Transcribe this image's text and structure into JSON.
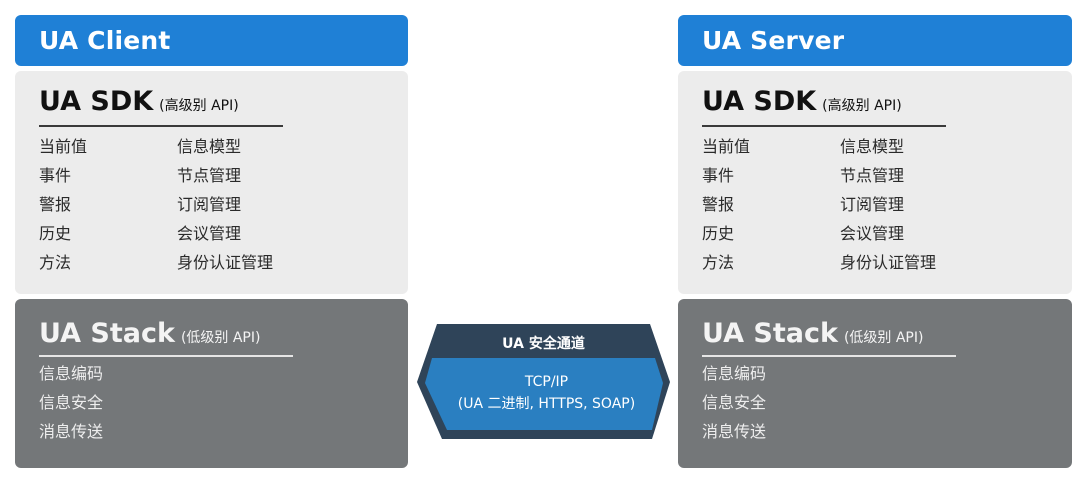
{
  "client": {
    "header": "UA Client",
    "sdk": {
      "title": "UA SDK",
      "subtitle": "(高级别 API)",
      "rows": [
        {
          "left": "当前值",
          "right": "信息模型"
        },
        {
          "left": "事件",
          "right": "节点管理"
        },
        {
          "left": "警报",
          "right": "订阅管理"
        },
        {
          "left": "历史",
          "right": "会议管理"
        },
        {
          "left": "方法",
          "right": "身份认证管理"
        }
      ]
    },
    "stack": {
      "title": "UA Stack",
      "subtitle": "(低级别 API)",
      "items": [
        "信息编码",
        "信息安全",
        "消息传送"
      ]
    }
  },
  "server": {
    "header": "UA Server",
    "sdk": {
      "title": "UA SDK",
      "subtitle": "(高级别 API)",
      "rows": [
        {
          "left": "当前值",
          "right": "信息模型"
        },
        {
          "left": "事件",
          "right": "节点管理"
        },
        {
          "left": "警报",
          "right": "订阅管理"
        },
        {
          "left": "历史",
          "right": "会议管理"
        },
        {
          "left": "方法",
          "right": "身份认证管理"
        }
      ]
    },
    "stack": {
      "title": "UA Stack",
      "subtitle": "(低级别 API)",
      "items": [
        "信息编码",
        "信息安全",
        "消息传送"
      ]
    }
  },
  "channel": {
    "label": "UA 安全通道",
    "protocol_line1": "TCP/IP",
    "protocol_line2": "(UA 二进制, HTTPS, SOAP)"
  },
  "colors": {
    "header_blue": "#1f80d6",
    "sdk_panel": "#ececec",
    "stack_panel": "#747779",
    "channel_outer": "#2f4459",
    "channel_inner": "#2a7fc1"
  }
}
